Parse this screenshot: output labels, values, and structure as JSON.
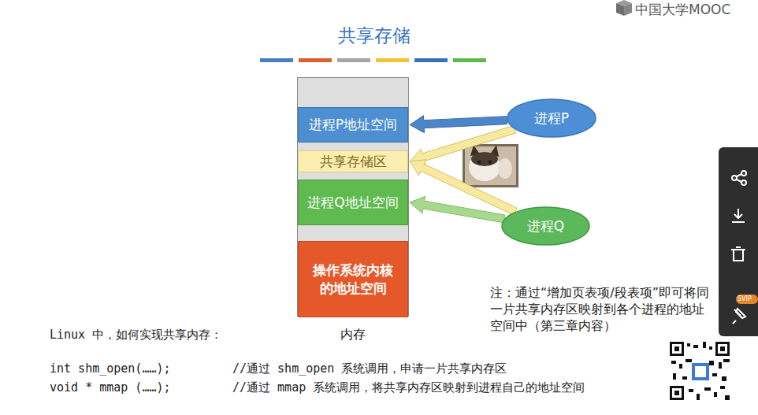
{
  "diagram": {
    "title": "共享存储",
    "nodes": [
      {
        "text": [
          "内存"
        ]
      },
      {
        "text": [
          "进程P地址空间"
        ],
        "in": 0
      },
      {
        "text": [
          "共享存储区"
        ],
        "in": 0
      },
      {
        "text": [
          "进程Q地址空间"
        ],
        "in": 0
      },
      {
        "text": [
          "操作系统内核 的地址空间"
        ],
        "in": 0
      },
      {
        "text": [
          "进程P"
        ]
      },
      {
        "text": [
          "进程Q"
        ]
      }
    ],
    "edges": [
      {
        "from": 5,
        "to": 1,
        "arrow": "to"
      },
      {
        "from": 5,
        "to": 2,
        "arrow": "to"
      },
      {
        "from": 6,
        "to": 2,
        "arrow": "to"
      },
      {
        "from": 6,
        "to": 3,
        "arrow": "to"
      }
    ],
    "labels": [
      "中国大学MOOC",
      "注：通过“增加页表项/段表项”即可将同一片共享内存区映射到各个进程的地址空间中（第三章内容）",
      "Linux 中，如何实现共享内存：",
      "int shm_open(……);",
      "//通过 shm_open 系统调用，申请一片共享内存区",
      "void * mmap (……);",
      "//通过 mmap 系统调用，将共享内存区映射到进程自己的地址空间",
      "SVIP"
    ]
  }
}
